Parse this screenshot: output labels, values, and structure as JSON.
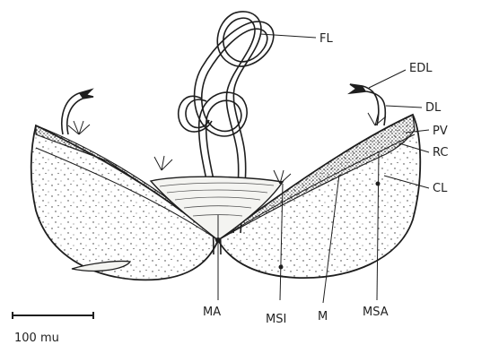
{
  "labels": {
    "fl": "FL",
    "edl": "EDL",
    "dl": "DL",
    "pv": "PV",
    "rc": "RC",
    "cl": "CL",
    "ma": "MA",
    "msi": "MSI",
    "m": "M",
    "msa": "MSA"
  },
  "scale_bar": {
    "label": "100 mu"
  },
  "colors": {
    "ink": "#1e1e1e",
    "fill": "#f4f4f1",
    "background": "#ffffff"
  }
}
